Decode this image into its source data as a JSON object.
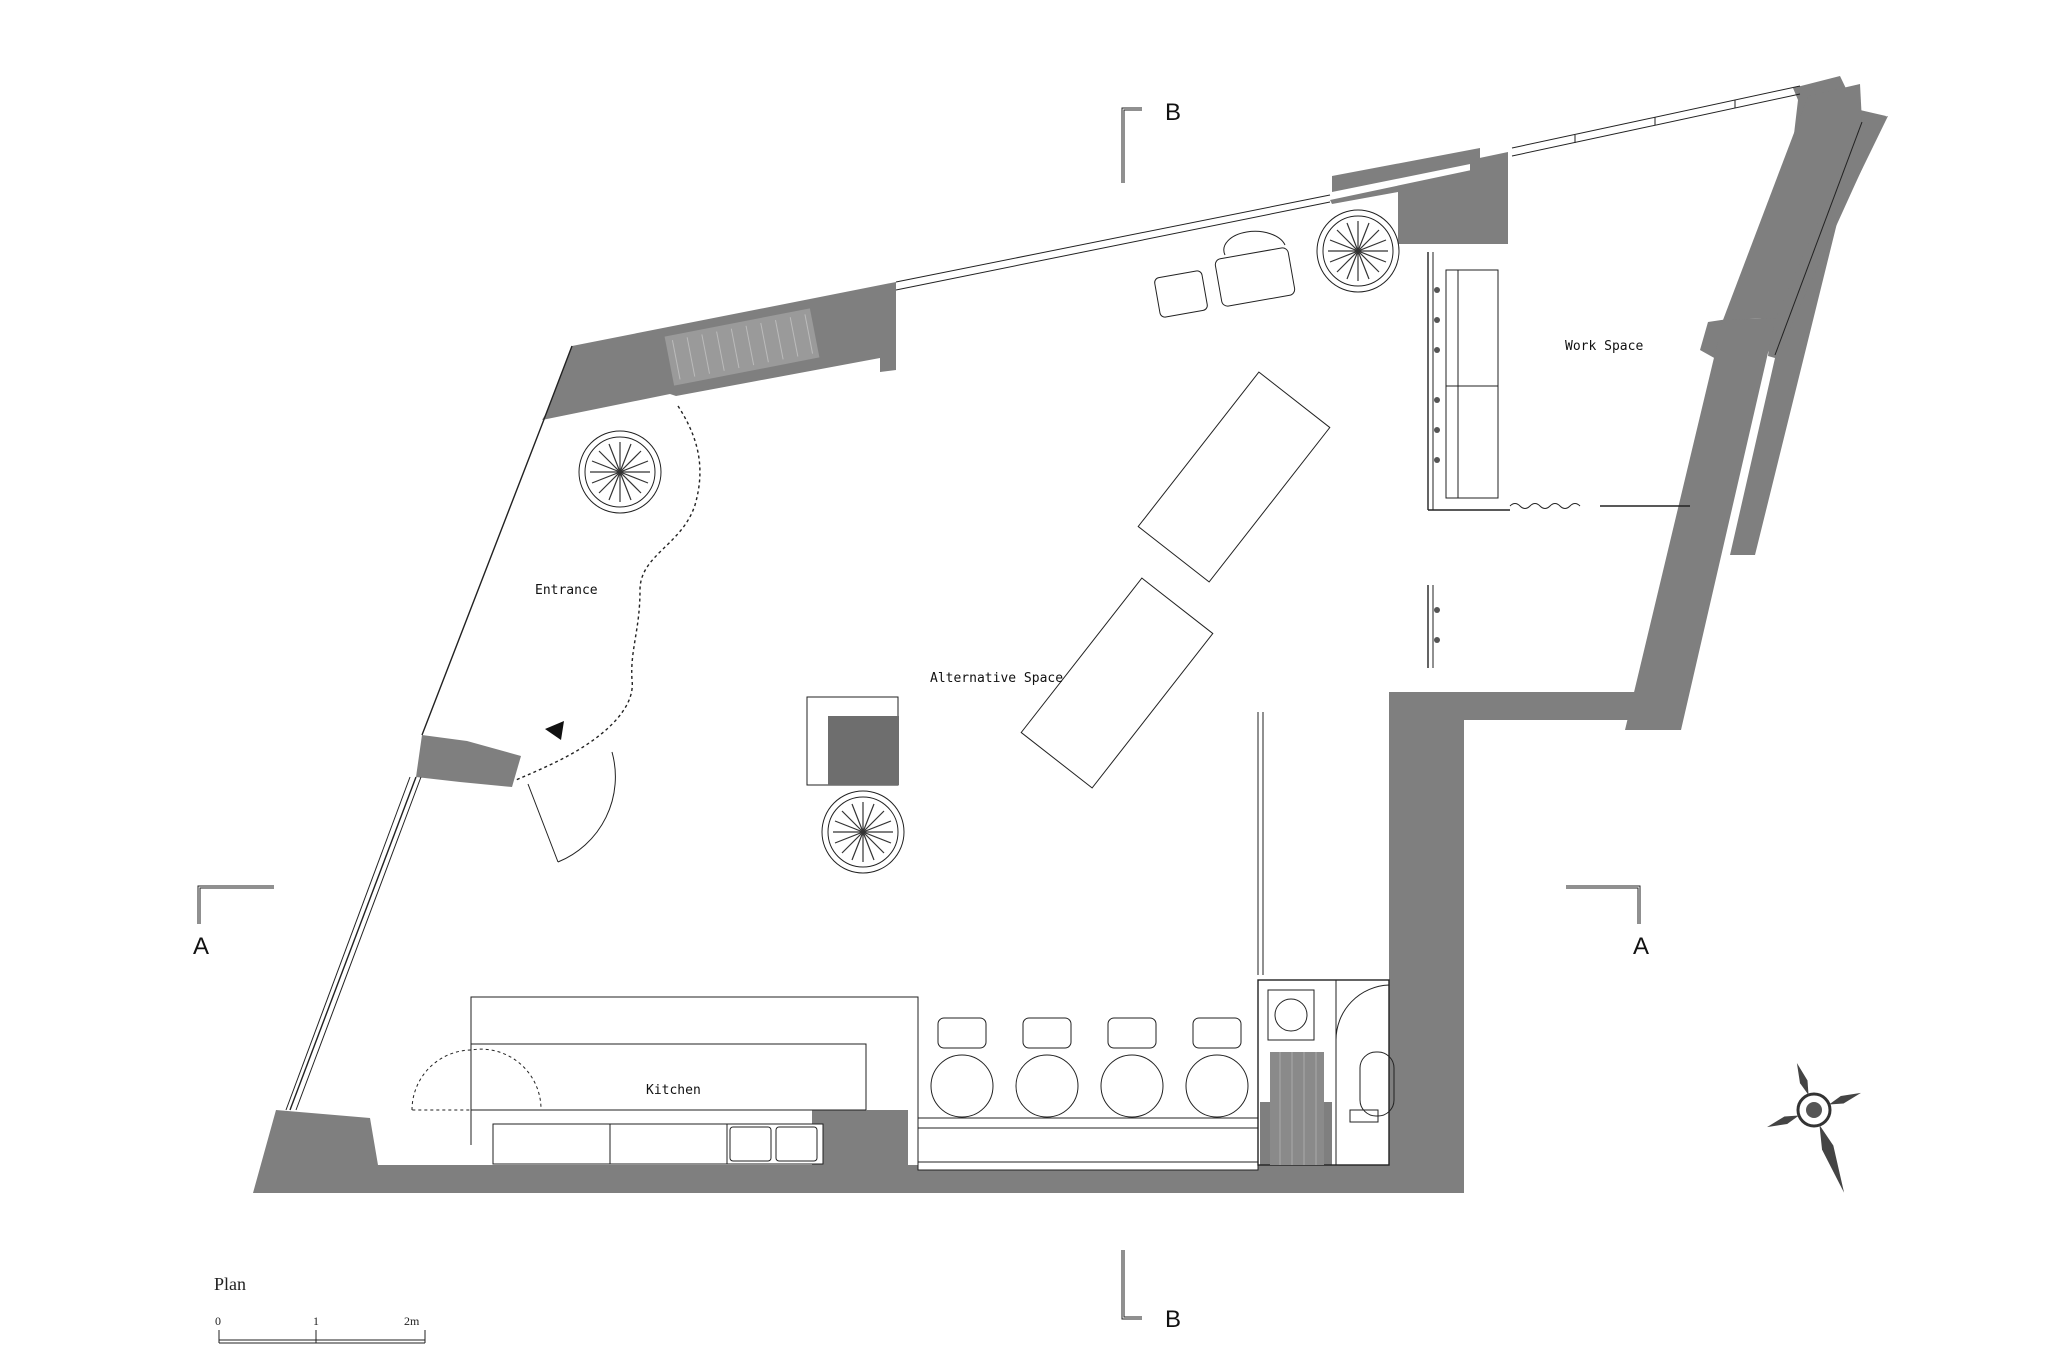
{
  "rooms": {
    "entrance": "Entrance",
    "alternative_space": "Alternative Space",
    "work_space": "Work Space",
    "kitchen": "Kitchen"
  },
  "section_markers": {
    "a_left": "A",
    "a_right": "A",
    "b_top": "B",
    "b_bottom": "B"
  },
  "drawing_title": "Plan",
  "scale_bar": {
    "ticks": [
      "0",
      "1",
      "2m"
    ]
  },
  "colors": {
    "wall_fill": "#7f7f7f",
    "line": "#222222",
    "background": "#ffffff"
  },
  "icons": {
    "north_arrow": "compass-rose-icon",
    "entrance_arrow": "triangle-arrow-icon"
  }
}
